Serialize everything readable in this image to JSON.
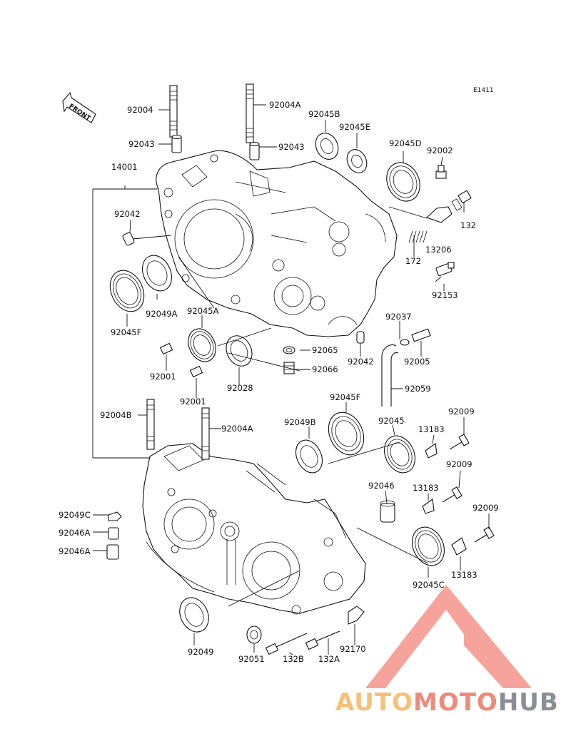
{
  "diagram": {
    "code": "E1411",
    "front_label": "FRONT",
    "labels": {
      "p92004": "92004",
      "p92004A_top": "92004A",
      "p92045B": "92045B",
      "p92045E": "92045E",
      "p92045D": "92045D",
      "p92002": "92002",
      "p92043_left": "92043",
      "p92043_right": "92043",
      "p14001": "14001",
      "p92042_left": "92042",
      "p132": "132",
      "p13206": "13206",
      "p172": "172",
      "p92153": "92153",
      "p92049A": "92049A",
      "p92045F_left": "92045F",
      "p92045A": "92045A",
      "p92037": "92037",
      "p92065": "92065",
      "p92042_right": "92042",
      "p92005": "92005",
      "p92001_a": "92001",
      "p92066": "92066",
      "p92028": "92028",
      "p92001_b": "92001",
      "p92059": "92059",
      "p92004B": "92004B",
      "p92004A_mid": "92004A",
      "p92049B": "92049B",
      "p92045F_mid": "92045F",
      "p92045": "92045",
      "p13183_a": "13183",
      "p92009_a": "92009",
      "p92009_b": "92009",
      "p92046": "92046",
      "p13183_b": "13183",
      "p92049C": "92049C",
      "p92046A_a": "92046A",
      "p92046A_b": "92046A",
      "p92009_c": "92009",
      "p92045C": "92045C",
      "p13183_c": "13183",
      "p92049": "92049",
      "p92051": "92051",
      "p132B": "132B",
      "p132A": "132A",
      "p92170": "92170"
    }
  },
  "watermark": {
    "part1": "AUTO",
    "part2": "MOTO",
    "part3": "HUB",
    "color_light": "#f6c07a",
    "color_accent": "#ef7a6a",
    "color_dark": "#8a8f96"
  }
}
